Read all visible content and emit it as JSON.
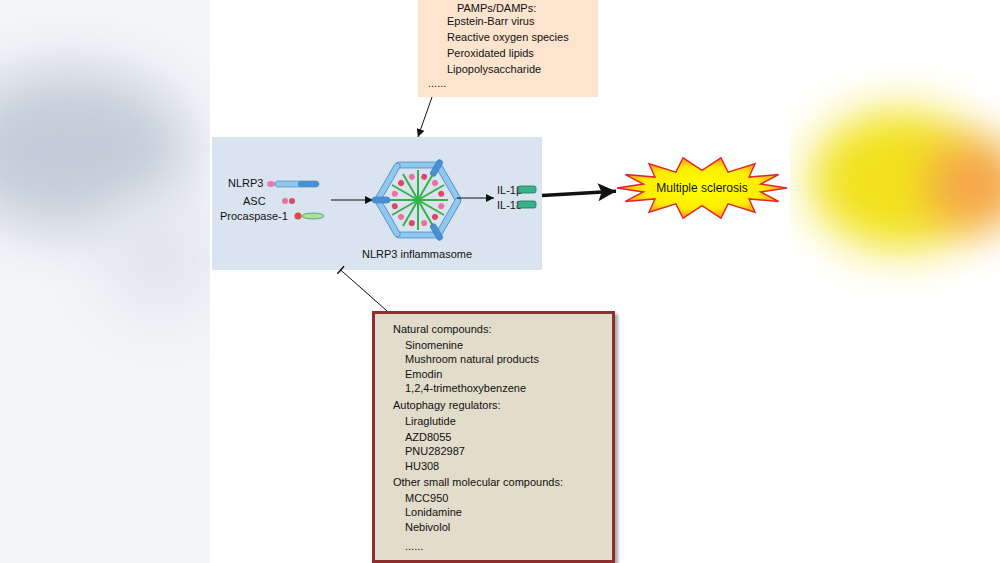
{
  "diagram": {
    "nodes": [
      {
        "text": [
          "PAMPs/DAMPs:",
          "Epstein-Barr virus",
          "Reactive oxygen species",
          "Peroxidated lipids",
          "Lipopolysaccharide",
          "......"
        ]
      },
      {
        "text": [
          "NLRP3",
          "ASC",
          "Procaspase-1",
          "NLRP3 inflammasome",
          "IL-1β",
          "IL-18"
        ]
      },
      {
        "text": [
          "Multiple sclerosis"
        ]
      },
      {
        "text": [
          "Natural compounds:",
          "Sinomenine",
          "Mushroom natural products",
          "Emodin",
          "1,2,4-trimethoxybenzene",
          "Autophagy regulators:",
          "Liraglutide",
          "AZD8055",
          "PNU282987",
          "HU308",
          "Other small molecular compounds:",
          "MCC950",
          "Lonidamine",
          "Nebivolol",
          "......"
        ]
      }
    ],
    "edges": [
      {
        "from": 0,
        "to": 1,
        "arrow": "to"
      },
      {
        "from": 1,
        "to": 2,
        "arrow": "to"
      },
      {
        "from": 3,
        "to": 1,
        "arrow": "to"
      }
    ]
  }
}
